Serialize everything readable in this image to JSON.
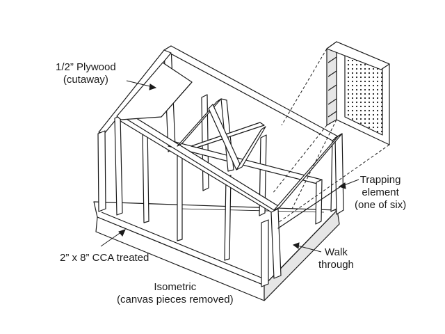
{
  "labels": {
    "plywood": {
      "line1": "1/2” Plywood",
      "line2": "(cutaway)"
    },
    "trapping": {
      "line1": "Trapping",
      "line2": "element",
      "line3": "(one of six)"
    },
    "lumber": {
      "line1": "2” x 8” CCA treated"
    },
    "walk": {
      "line1": "Walk",
      "line2": "through"
    },
    "view": {
      "line1": "Isometric",
      "line2": "(canvas pieces removed)"
    }
  },
  "colors": {
    "ink": "#1a1a1a",
    "wood": "#ffffff",
    "shade": "#d9d9d9"
  }
}
